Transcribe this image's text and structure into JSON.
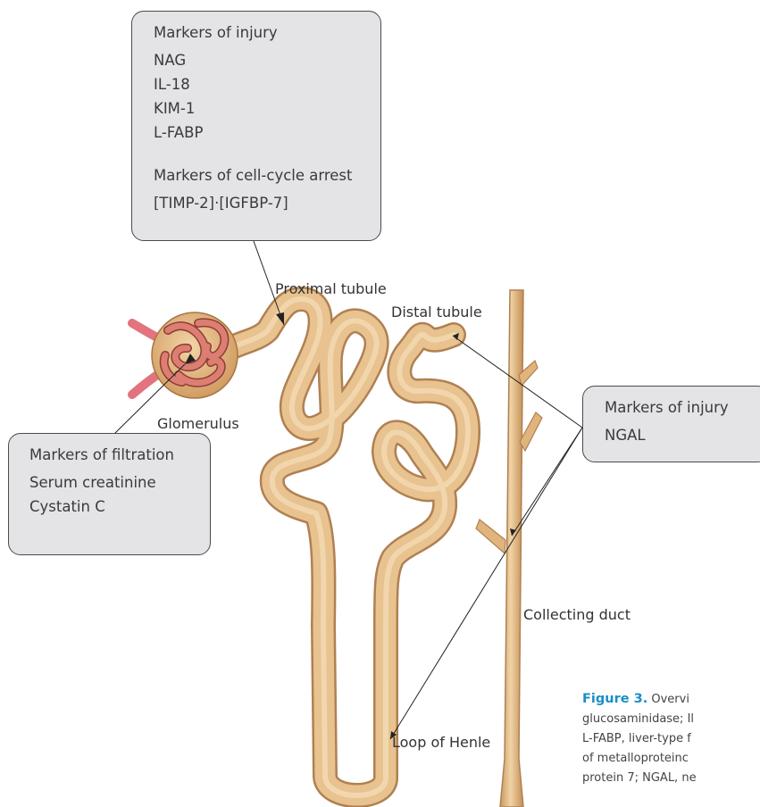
{
  "boxes": {
    "top": {
      "injury_title": "Markers of injury",
      "injury_items": [
        "NAG",
        "IL-18",
        "KIM-1",
        "L-FABP"
      ],
      "arrest_title": "Markers of cell-cycle arrest",
      "arrest_item": "[TIMP-2]·[IGFBP-7]"
    },
    "left": {
      "title": "Markers of filtration",
      "items": [
        "Serum creatinine",
        "Cystatin C"
      ]
    },
    "right": {
      "title": "Markers of injury",
      "items": [
        "NGAL"
      ]
    }
  },
  "labels": {
    "proximal_tubule": "Proximal tubule",
    "distal_tubule": "Distal tubule",
    "glomerulus": "Glomerulus",
    "collecting_duct": "Collecting duct",
    "loop_of_henle": "Loop of Henle"
  },
  "caption": {
    "figure_label": "Figure 3.",
    "first_line": "Overvi",
    "lines": [
      "glucosaminidase; Il",
      "L-FABP, liver-type f",
      "of metalloproteinc",
      "protein 7; NGAL, ne"
    ]
  },
  "colors": {
    "tubule": "#e8c28f",
    "tubule_outline": "#b08052",
    "glomerulus_capsule": "#e6b784",
    "capillary": "#d8796f",
    "vessel": "#e2737f",
    "box_fill": "#e4e4e6",
    "caption_accent": "#1a8fc4"
  }
}
